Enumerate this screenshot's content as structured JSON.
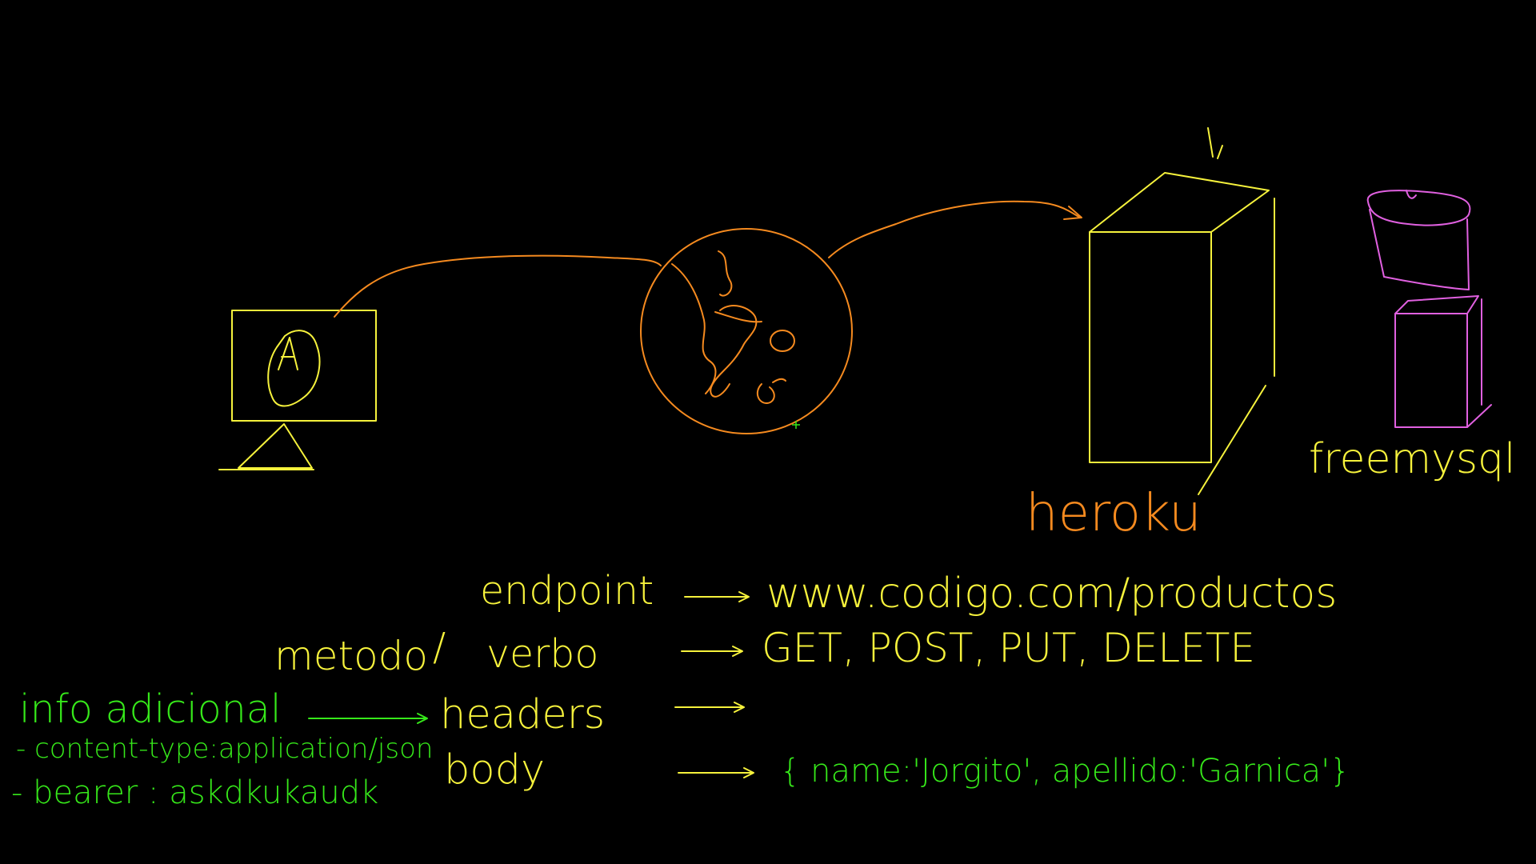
{
  "palette": {
    "background": "#000000",
    "yellow": "#f6f23c",
    "orange": "#f58a1f",
    "green": "#36e81a",
    "pink": "#e060e0"
  },
  "icons": {
    "client": "computer-monitor-icon",
    "internet": "globe-icon",
    "server": "server-box-icon",
    "database": "database-cylinder-icon"
  },
  "nodes": {
    "server_label": "heroku",
    "database_label": "freemysql"
  },
  "request": {
    "endpoint": {
      "label": "endpoint",
      "value": "www.codigo.com/productos"
    },
    "method": {
      "label": "metodo",
      "separator": "/",
      "alt_label": "verbo",
      "value": "GET, POST, PUT, DELETE"
    },
    "headers": {
      "label": "headers",
      "note_title": "info adicional",
      "note_items": [
        "- content-type:application/json",
        "- bearer : askdkukaudk"
      ]
    },
    "body": {
      "label": "body",
      "value": "{ name:'Jorgito', apellido:'Garnica'}"
    }
  }
}
